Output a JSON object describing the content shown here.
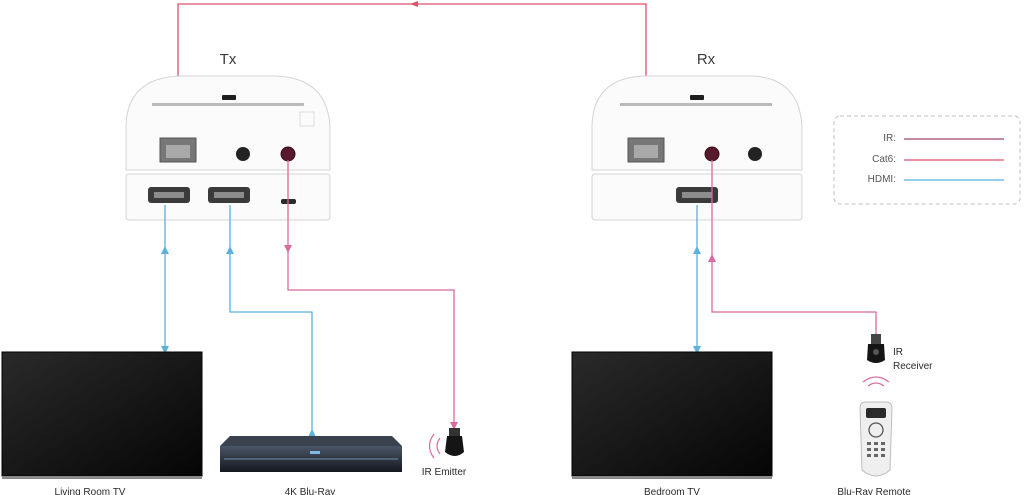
{
  "transmitter": {
    "label": "Tx"
  },
  "receiver": {
    "label": "Rx"
  },
  "legend": {
    "items": [
      {
        "label": "IR:",
        "color": "#a0476b"
      },
      {
        "label": "Cat6:",
        "color": "#e0506c"
      },
      {
        "label": "HDMI:",
        "color": "#59b1dc"
      }
    ]
  },
  "devices": {
    "living_room_tv": "Living Room TV",
    "bluray_player": "4K Blu-Ray",
    "ir_emitter": "IR Emitter",
    "bedroom_tv": "Bedroom TV",
    "ir_receiver_line1": "IR",
    "ir_receiver_line2": "Receiver",
    "bluray_remote": "Blu-Ray Remote"
  },
  "colors": {
    "ir": "#a0476b",
    "cat6": "#e0506c",
    "hdmi": "#59b1dc",
    "ir_pink": "#d86aa0",
    "device_outline": "#cfcfcf",
    "screen": "#101010"
  }
}
